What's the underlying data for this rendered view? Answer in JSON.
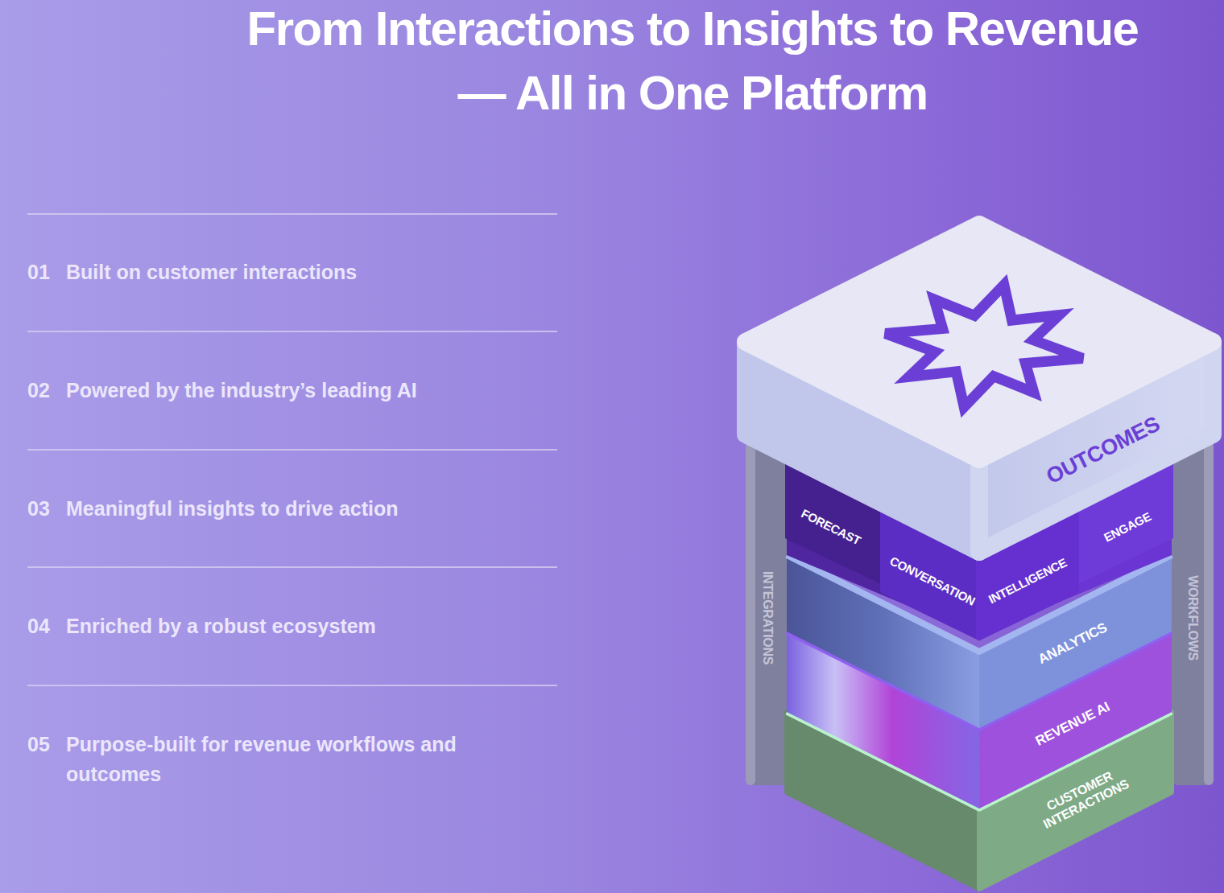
{
  "diagram": {
    "title": "From Interactions to Insights to Revenue — All in One Platform",
    "nodes": [
      {
        "text": [
          "OUTCOMES"
        ]
      },
      {
        "text": [
          "FORECAST"
        ]
      },
      {
        "text": [
          "CONVERSATION",
          "INTELLIGENCE"
        ]
      },
      {
        "text": [
          "ENGAGE"
        ]
      },
      {
        "text": [
          "ANALYTICS"
        ]
      },
      {
        "text": [
          "REVENUE AI"
        ]
      },
      {
        "text": [
          "CUSTOMER INTERACTIONS"
        ]
      },
      {
        "text": [
          "INTEGRATIONS"
        ]
      },
      {
        "text": [
          "WORKFLOWS"
        ]
      }
    ],
    "labels": [
      "01",
      "Built on customer interactions",
      "02",
      "Powered by the industry’s leading AI",
      "03",
      "Meaningful insights to drive action",
      "04",
      "Enriched by a robust ecosystem",
      "05",
      "Purpose-built for revenue workflows and outcomes"
    ]
  }
}
